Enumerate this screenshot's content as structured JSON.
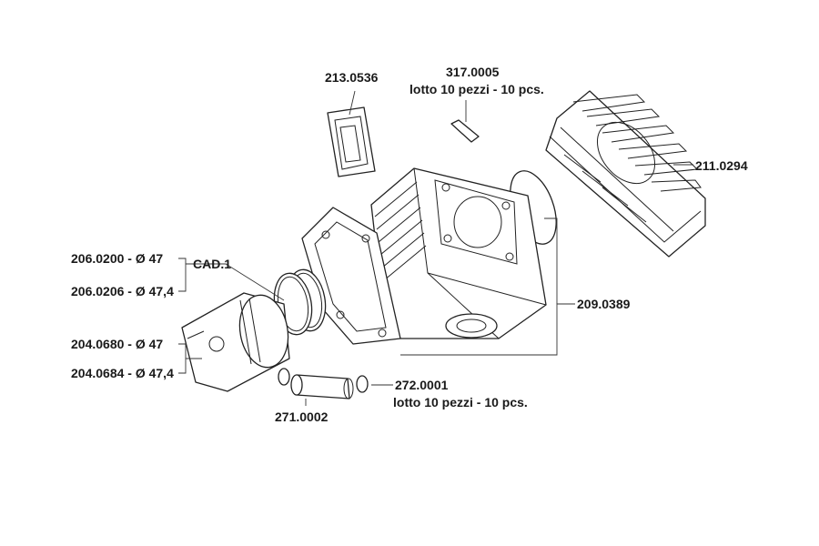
{
  "labels": {
    "reed_valve": "213.0536",
    "stud_code": "317.0005",
    "stud_note": "lotto 10 pezzi - 10 pcs.",
    "head": "211.0294",
    "cylinder": "209.0389",
    "ring_47": "206.0200 - Ø 47",
    "ring_474": "206.0206 - Ø 47,4",
    "ring_qty": "CAD.1",
    "piston_47": "204.0680 - Ø 47",
    "piston_474": "204.0684 - Ø 47,4",
    "circlip_code": "272.0001",
    "circlip_note": "lotto 10 pezzi - 10 pcs.",
    "pin": "271.0002"
  },
  "colors": {
    "line": "#222222",
    "background": "#ffffff"
  }
}
